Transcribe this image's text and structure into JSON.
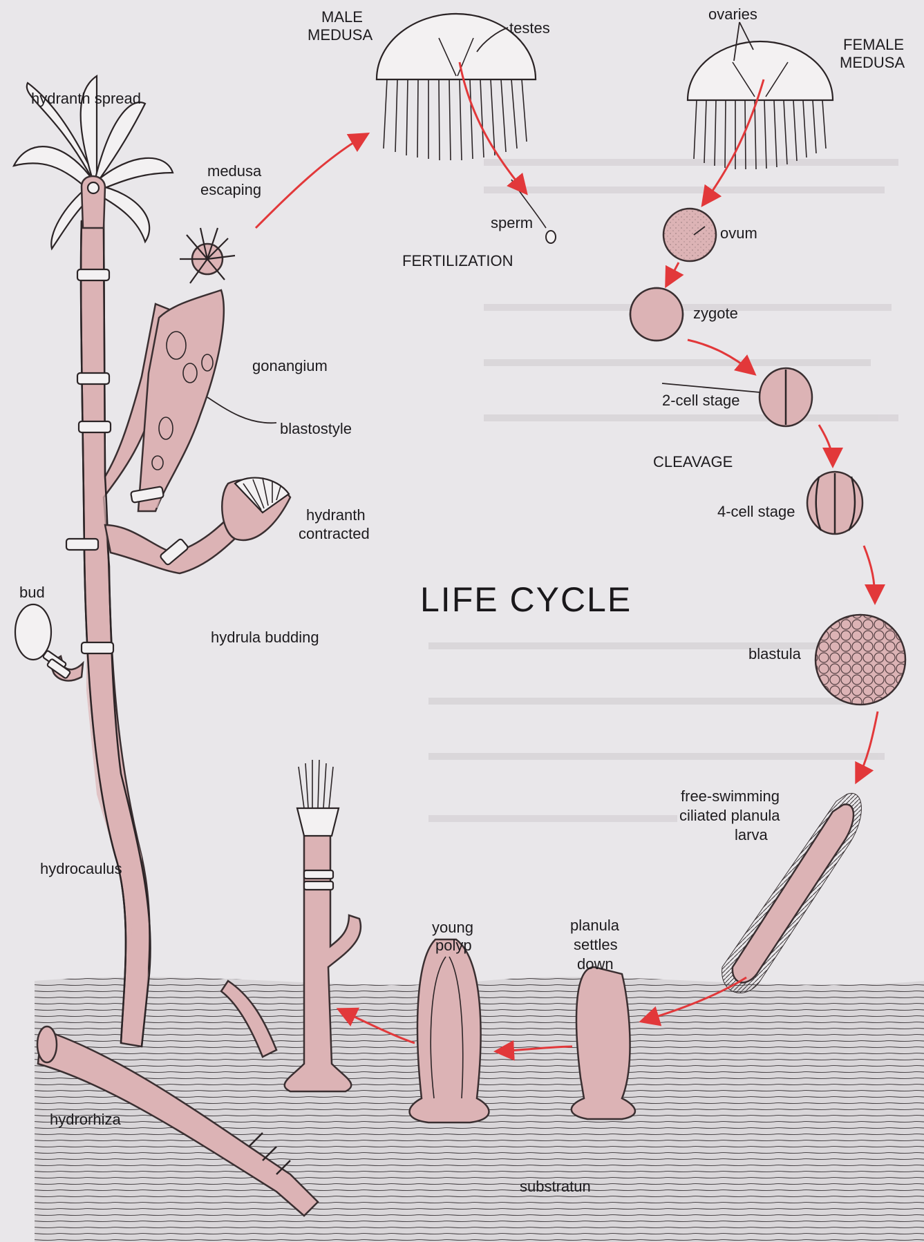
{
  "title": "LIFE CYCLE",
  "labels": {
    "male_medusa_line1": "MALE",
    "male_medusa_line2": "MEDUSA",
    "testes": "testes",
    "ovaries": "ovaries",
    "female_medusa_line1": "FEMALE",
    "female_medusa_line2": "MEDUSA",
    "hydranth_spread": "hydranth spread",
    "medusa_escaping_line1": "medusa",
    "medusa_escaping_line2": "escaping",
    "sperm": "sperm",
    "ovum": "ovum",
    "fertilization": "FERTILIZATION",
    "zygote": "zygote",
    "gonangium": "gonangium",
    "blastostyle": "blastostyle",
    "two_cell_stage": "2-cell stage",
    "cleavage": "CLEAVAGE",
    "hydranth_contracted_line1": "hydranth",
    "hydranth_contracted_line2": "contracted",
    "four_cell_stage": "4-cell stage",
    "bud": "bud",
    "hydrula_budding": "hydrula budding",
    "blastula": "blastula",
    "planula_line1": "free-swimming",
    "planula_line2": "ciliated planula",
    "planula_line3": "larva",
    "hydrocaulus": "hydrocaulus",
    "young_polyp_line1": "young",
    "young_polyp_line2": "polyp",
    "planula_settles_line1": "planula",
    "planula_settles_line2": "settles",
    "planula_settles_line3": "down",
    "hydrorhiza": "hydrorhiza",
    "substratun": "substratun"
  },
  "colors": {
    "tissue": "#dcb3b5",
    "arrow": "#e2383a",
    "ink": "#2b2426",
    "background": "#e9e7ea"
  }
}
